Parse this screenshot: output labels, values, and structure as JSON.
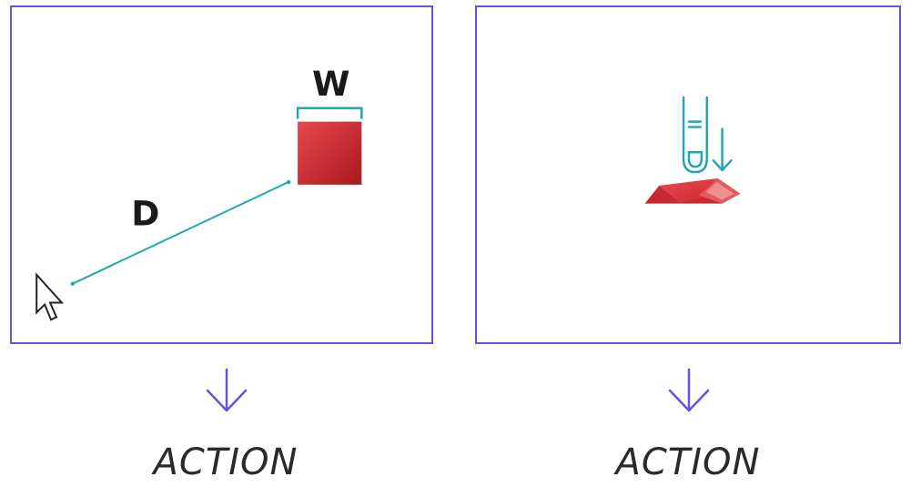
{
  "panels": {
    "left": {
      "distance_label": "D",
      "width_label": "W"
    }
  },
  "captions": {
    "left": "ACTION",
    "right": "ACTION"
  },
  "colors": {
    "panel_border": "#6b4fe0",
    "teal": "#1fa6b4",
    "target_red": "#d12d33",
    "arrow_purple": "#6b4fe0"
  },
  "icons": {
    "left_pointer": "mouse-cursor-icon",
    "right_touch": "finger-press-key-icon",
    "down_arrows": "arrow-down-icon"
  }
}
